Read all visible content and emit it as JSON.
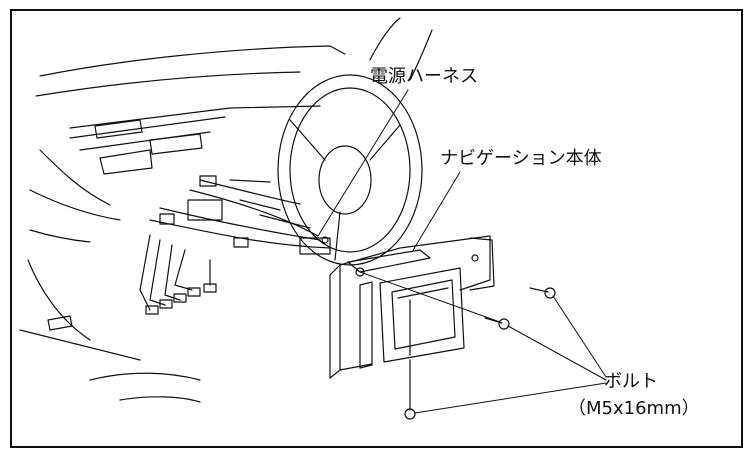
{
  "labels": {
    "power_harness": "電源ハーネス",
    "navigation_unit": "ナビゲーション本体",
    "bolt": "ボルト",
    "bolt_spec": "（M5x16mm）"
  },
  "colors": {
    "line": "#111111",
    "background": "#ffffff"
  }
}
